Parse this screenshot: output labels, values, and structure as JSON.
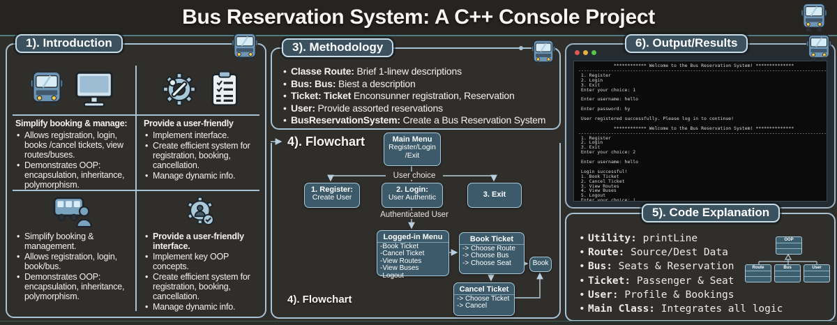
{
  "page": {
    "title": "Bus Reservation System: A C++ Console Project"
  },
  "colors": {
    "panel_border": "#a9c3d6",
    "tab_bg": "#3b515d",
    "flow_box_bg": "#3c5a69",
    "terminal_bg": "#0b0b0b",
    "light_red": "#e0584e",
    "light_yellow": "#e5b03e",
    "light_green": "#58c24b"
  },
  "intro": {
    "tab": "1). Introduction",
    "top_left": {
      "heading": "Simplify booking & manage:",
      "bullets": [
        {
          "t": "Allows registration, login, books /cancel tickets, view routes/buses."
        },
        {
          "t": "Demonstrates OOP: encapsulation, inheritance, polymorphism."
        }
      ]
    },
    "top_right": {
      "heading": "Provide a user-friendly",
      "bullets": [
        {
          "t": "Implement interface."
        },
        {
          "t": "Create efficient system for registration, booking, cancellation."
        },
        {
          "t": "Manage dynamic info."
        }
      ]
    },
    "bottom_left": {
      "bullets": [
        {
          "t": "Simplify booking & management."
        },
        {
          "t": "Allows registration, login, book/bus."
        },
        {
          "t": "Demonstrates OOP: encapsulation, inheritance, polymorphism."
        }
      ]
    },
    "bottom_right": {
      "bullets": [
        {
          "b": "Provide a user-friendly interface.",
          "t": ""
        },
        {
          "t": "Implement key OOP concepts."
        },
        {
          "t": "Create efficient system for registration, booking, cancellation."
        },
        {
          "t": "Manage dynamic info."
        }
      ]
    }
  },
  "methodology": {
    "tab": "3). Methodology",
    "bullets": [
      {
        "b": "Classe Route:",
        "t": " Brief 1-linew descriptions"
      },
      {
        "b": "Bus: Bus:",
        "t": " Biest a description"
      },
      {
        "b": "Ticket: Ticket",
        "t": " Enconsunner registration, Reservation"
      },
      {
        "b": "User:",
        "t": " Provide assorted reservations"
      },
      {
        "b": "BusReservationSystem:",
        "t": " Create a Bus Reservation System"
      }
    ]
  },
  "flowchart": {
    "heading_top": "4). Flowchart",
    "heading_bottom": "4). Flowchart",
    "main_menu": {
      "title": "Main Menu",
      "line2": "Register/Login",
      "line3": "/Exit"
    },
    "user_choice_label": "User choice",
    "register_box": {
      "title": "1. Register:",
      "line2": "Create User"
    },
    "login_box": {
      "title": "2. Login:",
      "line2": "User Authentic"
    },
    "exit_box": {
      "title": "3. Exit"
    },
    "auth_label": "Authenticated User",
    "logged_menu": {
      "title": "Logged-in Menu",
      "items": [
        "-Book Ticket",
        "-Cancel Ticket",
        "-View Routes",
        "-View Buses",
        "-Logout"
      ]
    },
    "book_ticket": {
      "title": "Book Ticket",
      "items": [
        "-> Choose Route",
        "-> Choose Bus",
        "-> Choose Seat"
      ]
    },
    "book_box": "Book",
    "cancel_ticket": {
      "title": "Cancel Ticket",
      "items": [
        "-> Choose Ticket",
        "-> Cancel"
      ]
    }
  },
  "output": {
    "tab": "6). Output/Results",
    "console_lines": [
      "             ************ Welcome to the Bus Reservation System! **************",
      "------------------------------------------------------------------------------------------------------------------------",
      " 1. Register",
      " 2. Login",
      " 3. Exit",
      " Enter your choice: 1",
      "",
      " Enter username: hello",
      "",
      " Enter password: hy",
      "",
      " User registered successfully. Please log in to continue!",
      "",
      "             ************ Welcome to the Bus Reservation System! **************",
      "------------------------------------------------------------------------------------------------------------------------",
      " 1. Register",
      " 2. Login",
      " 3. Exit",
      " Enter your choice: 2",
      "",
      " Enter username: hello",
      "",
      " Login successful!",
      " 1. Book Ticket",
      " 2. Cancel Ticket",
      " 3. View Routes",
      " 4. View Buses",
      " 5. Logout",
      " Enter your choice: |"
    ]
  },
  "code_explanation": {
    "tab": "5). Code Explanation",
    "bullets": [
      {
        "b": "Utility:",
        "t": " printLine"
      },
      {
        "b": "Route:",
        "t": " Source/Dest Data"
      },
      {
        "b": "Bus:",
        "t": " Seats & Reservation"
      },
      {
        "b": "Ticket:",
        "t": " Passenger & Seat"
      },
      {
        "b": "User:",
        "t": " Profile & Bookings"
      },
      {
        "b": "Main Class:",
        "t": " Integrates all logic"
      }
    ],
    "uml": {
      "parent": "OOP",
      "children": [
        "Route",
        "Bus",
        "User"
      ]
    }
  }
}
